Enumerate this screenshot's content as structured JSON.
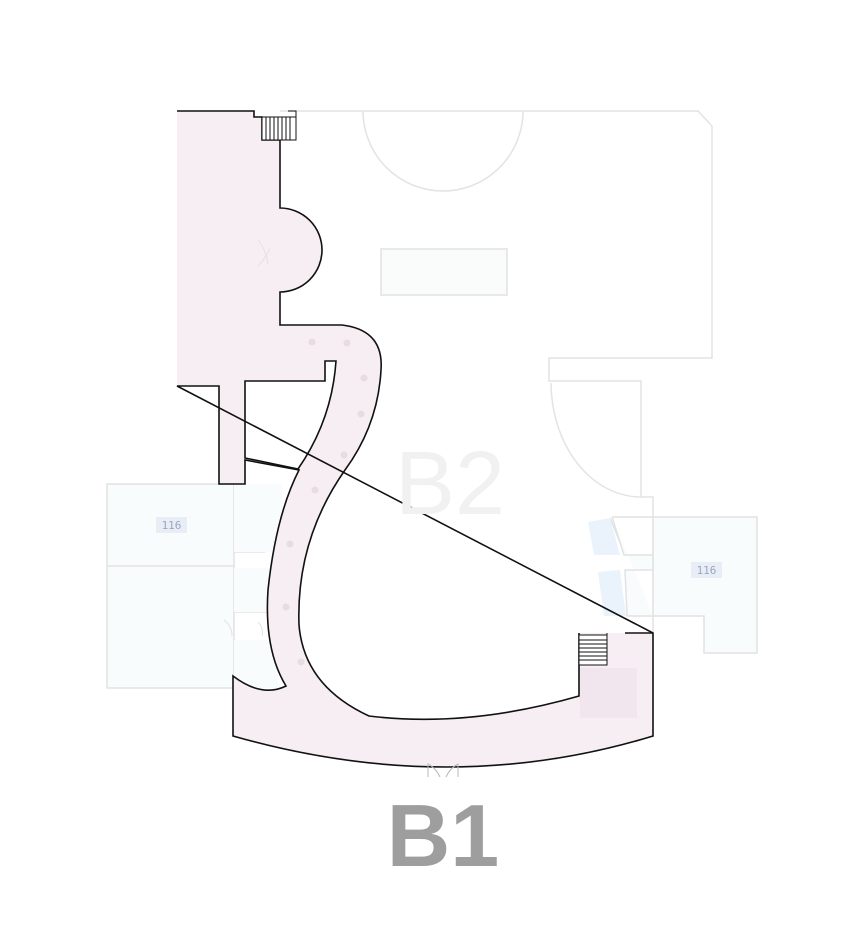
{
  "floors": {
    "current": {
      "label": "B1",
      "color": "#9e9e9e"
    },
    "background": {
      "label": "B2",
      "color": "#f1f1f1"
    }
  },
  "rooms": {
    "left_room": {
      "number": "116"
    },
    "right_room": {
      "number": "116"
    }
  },
  "colors": {
    "walkway_fill": "#f6eef2",
    "walkway_outline": "#111111",
    "faint_outline": "#dedede",
    "side_room_fill": "#f9fcfc",
    "room_badge_fill": "#e9eef6",
    "room_badge_text": "#9aa6bf",
    "window_blue": "#e8f2fb"
  },
  "icons": {
    "stairs": "stairs-icon",
    "door": "door-icon",
    "column": "column-dot-icon"
  }
}
